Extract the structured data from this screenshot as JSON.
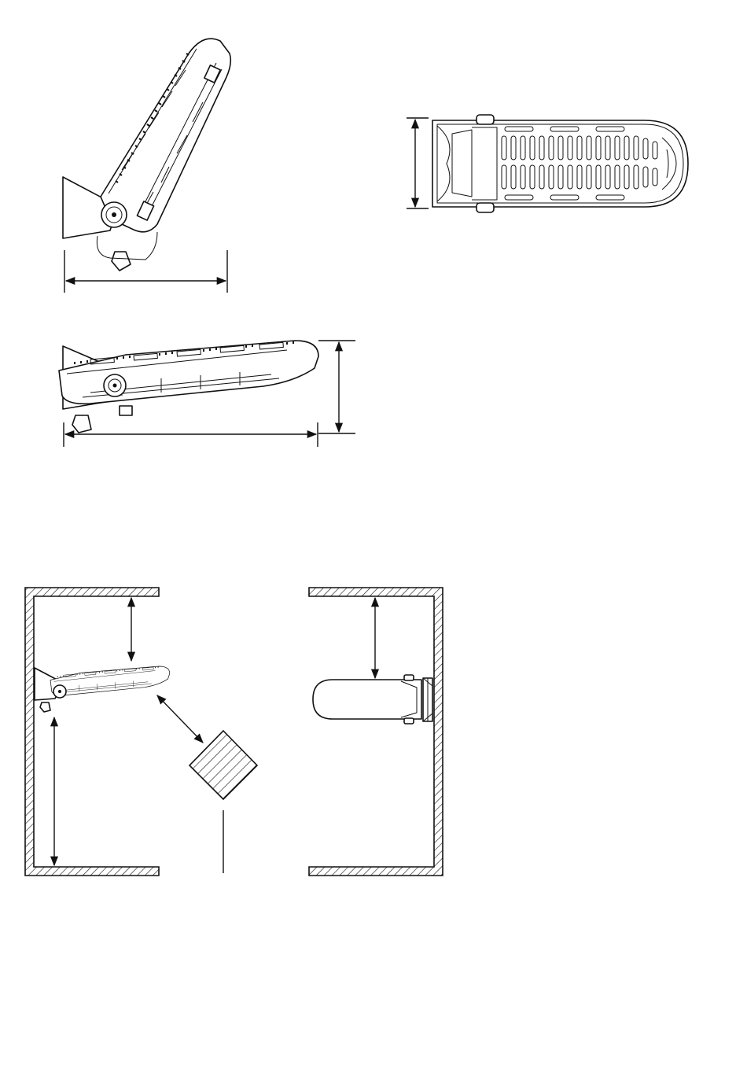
{
  "diagram": {
    "views": [
      {
        "id": "side-view-tilted",
        "kind": "heater side view, tilted up"
      },
      {
        "id": "top-view",
        "kind": "heater top view"
      },
      {
        "id": "side-view-horizontal",
        "kind": "heater side view, horizontal"
      },
      {
        "id": "clearance-side",
        "kind": "installation clearance, side"
      },
      {
        "id": "clearance-front",
        "kind": "installation clearance, front"
      }
    ],
    "colors": {
      "line": "#111111",
      "background": "#ffffff"
    }
  }
}
